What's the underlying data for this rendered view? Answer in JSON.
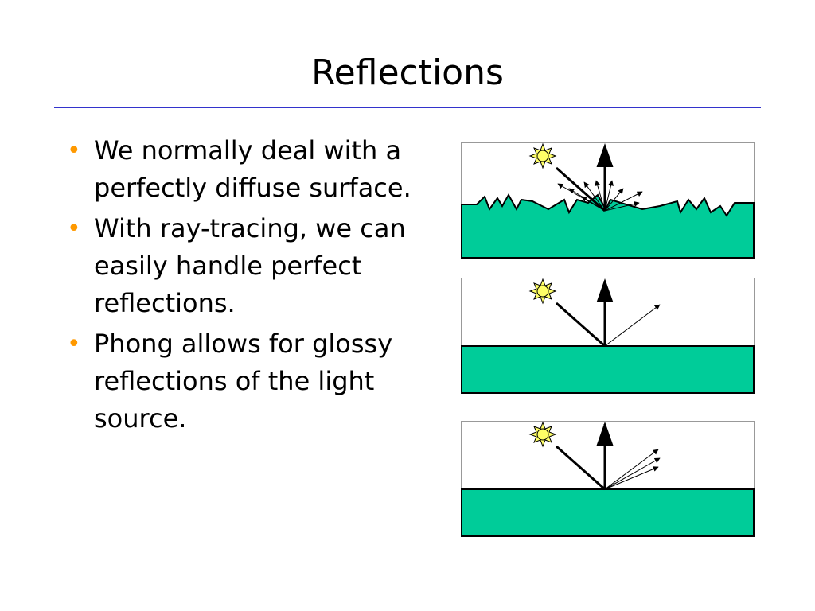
{
  "slide": {
    "title": "Reflections",
    "accent_color": "#3333cc",
    "bullet_color": "#ff9900",
    "bullets": [
      "We normally deal with a perfectly diffuse surface.",
      "With ray-tracing, we can easily handle perfect reflections.",
      "Phong allows for glossy reflections of the light source."
    ]
  },
  "diagrams": {
    "surface_color": "#00cc99",
    "sun_color": "#ffff66",
    "items": [
      {
        "name": "diffuse-reflection-diagram",
        "surface": "rough",
        "reflection": "diffuse"
      },
      {
        "name": "perfect-reflection-diagram",
        "surface": "smooth",
        "reflection": "mirror"
      },
      {
        "name": "glossy-reflection-diagram",
        "surface": "smooth",
        "reflection": "glossy"
      }
    ]
  }
}
